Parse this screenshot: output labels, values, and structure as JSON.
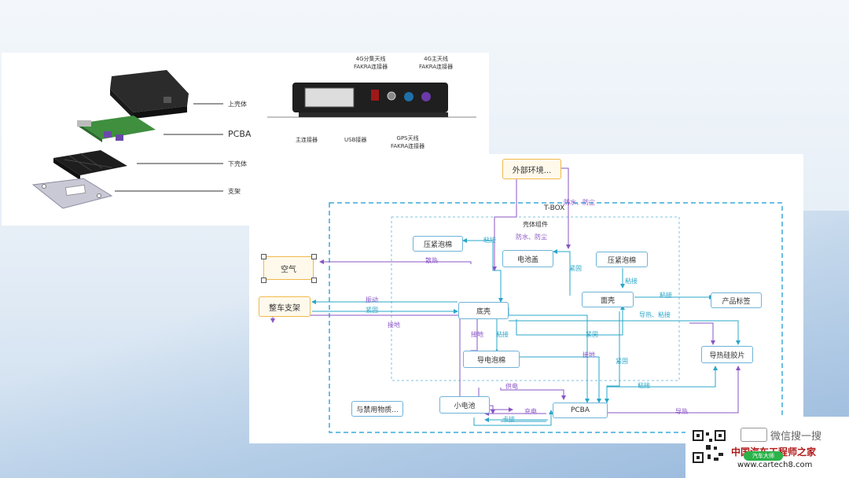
{
  "exploded_view": {
    "labels": [
      "上壳体",
      "PCBA",
      "下壳体",
      "支架"
    ]
  },
  "connector_view": {
    "top_labels": [
      {
        "line1": "4G分集天线",
        "line2": "FAKRA连接器"
      },
      {
        "line1": "4G主天线",
        "line2": "FAKRA连接器"
      }
    ],
    "bottom_labels": [
      {
        "line1": "主连接器",
        "line2": ""
      },
      {
        "line1": "USB接器",
        "line2": ""
      },
      {
        "line1": "GPS天线",
        "line2": "FAKRA连接器"
      }
    ]
  },
  "diagram": {
    "tbox_title": "T-BOX",
    "shell_title": "壳体组件",
    "nodes": {
      "external_env": "外部环境...",
      "air": "空气",
      "vehicle_bracket": "整车支架",
      "foam_left": "压紧泡棉",
      "battery_cover": "电池盖",
      "foam_right": "压紧泡棉",
      "top_shell": "面壳",
      "product_label": "产品标签",
      "bottom_shell": "底壳",
      "conductive_foam": "导电泡棉",
      "thermal_pad": "导热硅胶片",
      "small_battery": "小电池",
      "pcba": "PCBA",
      "forbidden": "与禁用物质..."
    },
    "edge_labels": {
      "waterproof_outer": "防水、防尘",
      "waterproof_inner": "防水、防尘",
      "bond_1": "粘接",
      "heat_dissipation": "散热",
      "fasten_1": "紧固",
      "bond_2": "粘接",
      "bond_3": "粘接",
      "vibration": "振动",
      "fasten_2": "紧固",
      "heat_bond": "导热、粘接",
      "ground_1": "接地",
      "ground_2": "接地",
      "bond_4": "粘接",
      "fasten_3": "紧固",
      "ground_3": "接地",
      "fasten_4": "紧固",
      "supply": "供电",
      "bond_5": "粘接",
      "charge": "充电",
      "clip": "卡接",
      "heat_conduct": "导热"
    }
  },
  "watermark": {
    "brand_text": "中国汽车工程师之家",
    "url": "www.cartech8.com",
    "search_text": "微信搜一搜",
    "pill_text": "汽车大师"
  },
  "colors": {
    "cyan": "#2aa7c9",
    "purple": "#8a54c6",
    "node_border": "#6fb3d8",
    "yellow": "#f0b94a"
  }
}
